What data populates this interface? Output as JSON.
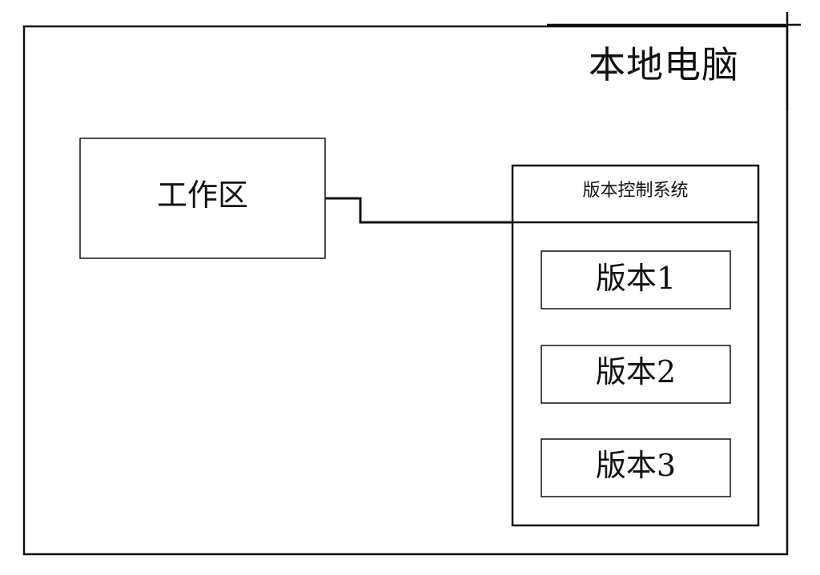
{
  "local_computer": {
    "label": "本地电脑"
  },
  "workspace": {
    "label": "工作区"
  },
  "version_control_system": {
    "label": "版本控制系统",
    "versions": [
      {
        "label": "版本1"
      },
      {
        "label": "版本2"
      },
      {
        "label": "版本3"
      }
    ]
  }
}
